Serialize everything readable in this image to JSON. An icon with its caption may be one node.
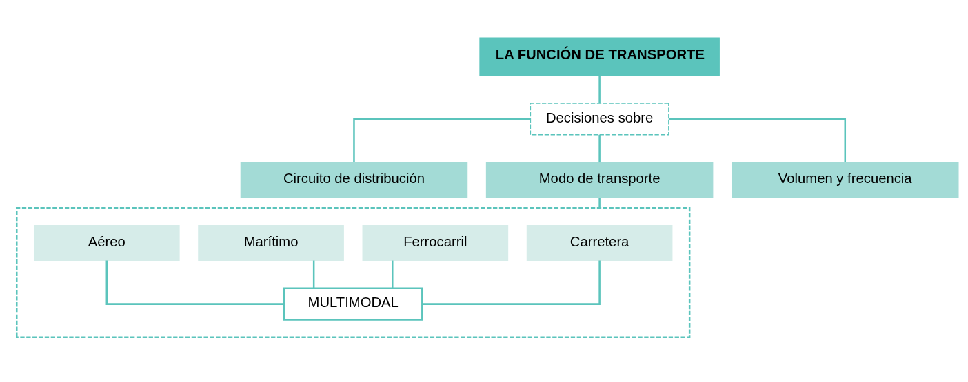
{
  "diagram": {
    "nodes": [
      {
        "text": [
          "LA FUNCIÓN DE TRANSPORTE"
        ]
      },
      {
        "text": [
          "Decisiones sobre"
        ]
      },
      {
        "text": [
          "Circuito de distribución"
        ]
      },
      {
        "text": [
          "Modo de transporte"
        ]
      },
      {
        "text": [
          "Volumen y frecuencia"
        ]
      },
      {
        "text": [],
        "shape": "box"
      },
      {
        "text": [
          "Carretera"
        ],
        "in": 5
      },
      {
        "text": [
          "Ferrocarril"
        ],
        "in": 5
      },
      {
        "text": [
          "Marítimo"
        ],
        "in": 5
      },
      {
        "text": [
          "Aéreo"
        ],
        "in": 5
      },
      {
        "text": [
          "MULTIMODAL"
        ],
        "in": 5
      }
    ],
    "edges": [
      {
        "from": 0,
        "to": 1,
        "arrow": "none"
      },
      {
        "from": 1,
        "to": 2,
        "arrow": "none"
      },
      {
        "from": 1,
        "to": 3,
        "arrow": "none"
      },
      {
        "from": 1,
        "to": 4,
        "arrow": "none"
      },
      {
        "from": 3,
        "to": 5,
        "arrow": "none"
      },
      {
        "from": 6,
        "to": 10,
        "arrow": "none"
      },
      {
        "from": 7,
        "to": 10,
        "arrow": "none"
      },
      {
        "from": 8,
        "to": 10,
        "arrow": "none"
      },
      {
        "from": 9,
        "to": 10,
        "arrow": "none"
      }
    ]
  }
}
